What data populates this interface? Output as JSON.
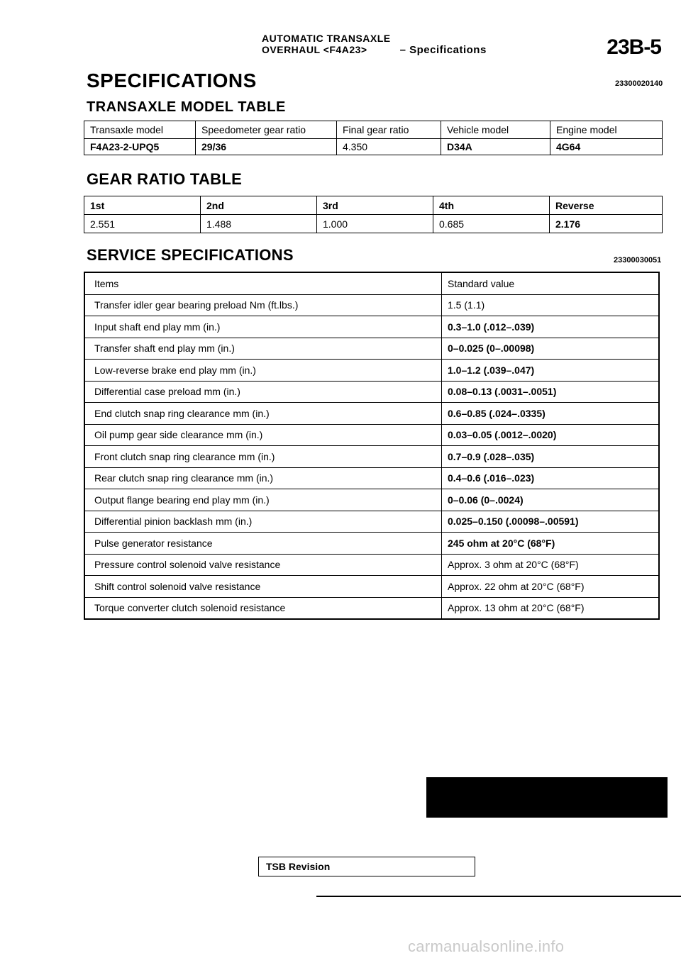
{
  "header": {
    "line1": "AUTOMATIC TRANSAXLE",
    "line2": "OVERHAUL <F4A23>",
    "section": "– Specifications",
    "page_code": "23B-5"
  },
  "title": "SPECIFICATIONS",
  "title_code": "23300020140",
  "model_table": {
    "heading": "TRANSAXLE MODEL TABLE",
    "columns": [
      "Transaxle model",
      "Speedometer gear ratio",
      "Final gear ratio",
      "Vehicle model",
      "Engine model"
    ],
    "row": [
      "F4A23-2-UPQ5",
      "29/36",
      "4.350",
      "D34A",
      "4G64"
    ]
  },
  "gear_table": {
    "heading": "GEAR RATIO TABLE",
    "columns": [
      "1st",
      "2nd",
      "3rd",
      "4th",
      "Reverse"
    ],
    "row": [
      "2.551",
      "1.488",
      "1.000",
      "0.685",
      "2.176"
    ]
  },
  "service": {
    "heading": "SERVICE SPECIFICATIONS",
    "code": "23300030051",
    "col_items": "Items",
    "col_value": "Standard value",
    "rows": [
      {
        "item": "Transfer idler gear bearing preload Nm (ft.lbs.)",
        "value": "1.5 (1.1)"
      },
      {
        "item": "Input shaft end play mm (in.)",
        "value": "0.3–1.0 (.012–.039)"
      },
      {
        "item": "Transfer shaft end play mm (in.)",
        "value": "0–0.025 (0–.00098)"
      },
      {
        "item": "Low-reverse brake end play mm (in.)",
        "value": "1.0–1.2 (.039–.047)"
      },
      {
        "item": "Differential case preload mm (in.)",
        "value": "0.08–0.13 (.0031–.0051)"
      },
      {
        "item": "End clutch snap ring clearance mm (in.)",
        "value": "0.6–0.85 (.024–.0335)"
      },
      {
        "item": "Oil pump gear side clearance mm (in.)",
        "value": "0.03–0.05 (.0012–.0020)"
      },
      {
        "item": "Front clutch snap ring clearance mm (in.)",
        "value": "0.7–0.9 (.028–.035)"
      },
      {
        "item": "Rear clutch snap ring clearance mm (in.)",
        "value": "0.4–0.6 (.016–.023)"
      },
      {
        "item": "Output flange bearing end play mm (in.)",
        "value": "0–0.06 (0–.0024)"
      },
      {
        "item": "Differential pinion backlash mm (in.)",
        "value": "0.025–0.150 (.00098–.00591)"
      },
      {
        "item": "Pulse generator resistance",
        "value": "245 ohm at 20°C (68°F)"
      },
      {
        "item": "Pressure control solenoid valve resistance",
        "value": "Approx. 3 ohm at 20°C (68°F)"
      },
      {
        "item": "Shift control solenoid valve resistance",
        "value": "Approx. 22 ohm at 20°C (68°F)"
      },
      {
        "item": "Torque converter clutch solenoid resistance",
        "value": "Approx. 13 ohm at 20°C (68°F)"
      }
    ]
  },
  "footer": {
    "tsb_label": "TSB Revision",
    "watermark": "carmanualsonline.info"
  }
}
